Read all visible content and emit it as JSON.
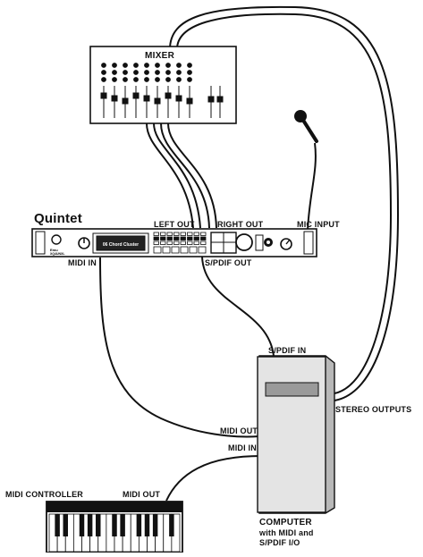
{
  "device": {
    "name": "Quintet",
    "lcd_text": "06 Chord Cluster",
    "brand_line1": "Emu",
    "brand_line2": "XQ4UNXL"
  },
  "mixer": {
    "label": "MIXER"
  },
  "labels": {
    "left_out": "LEFT OUT",
    "right_out": "RIGHT OUT",
    "mic_input": "MIC INPUT",
    "midi_in_quintet": "MIDI IN",
    "spdif_out": "S/PDIF OUT",
    "spdif_in": "S/PDIF IN",
    "stereo_outputs": "STEREO OUTPUTS",
    "midi_out_computer": "MIDI OUT",
    "midi_in_computer": "MIDI IN",
    "midi_controller": "MIDI CONTROLLER",
    "midi_out_controller": "MIDI OUT"
  },
  "computer": {
    "line1": "COMPUTER",
    "line2": "with MIDI and",
    "line3": "S/PDIF I/O"
  },
  "colors": {
    "ink": "#111111",
    "paper": "#ffffff",
    "computer_fill": "#e4e4e4",
    "computer_shade": "#b8b8b8",
    "drive_slot": "#9a9a9a"
  }
}
